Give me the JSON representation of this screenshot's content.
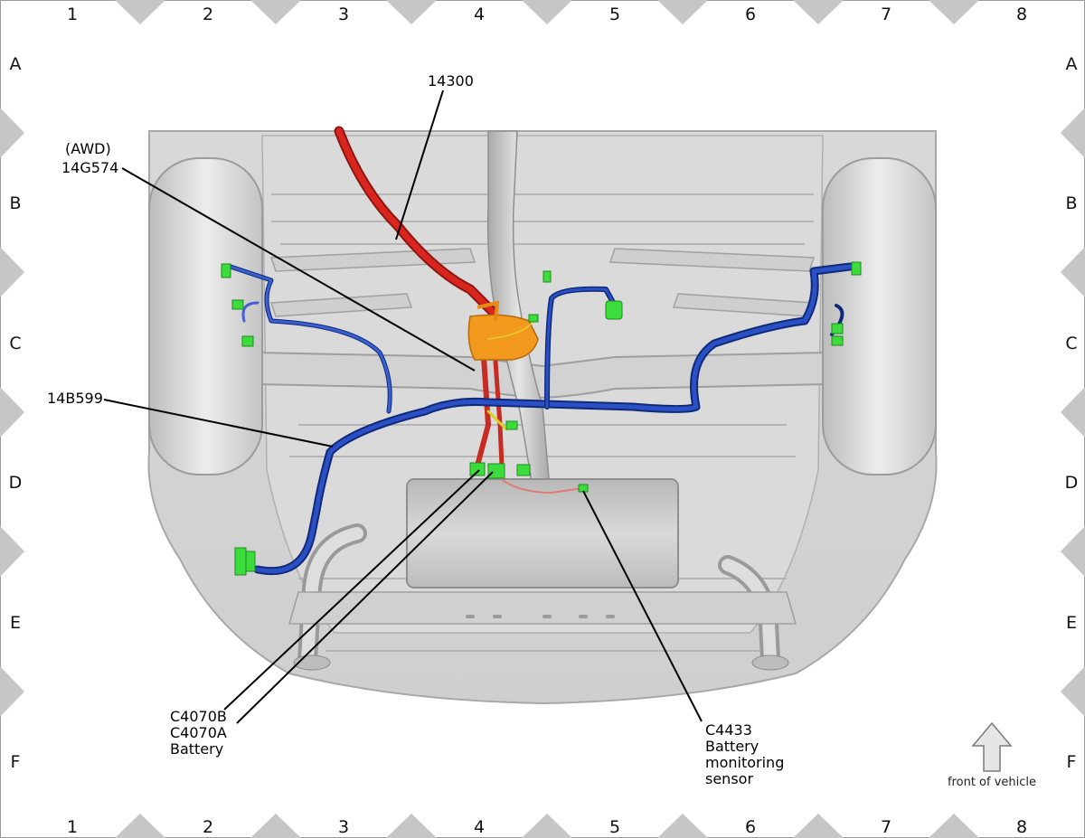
{
  "grid": {
    "columns": [
      "1",
      "2",
      "3",
      "4",
      "5",
      "6",
      "7",
      "8"
    ],
    "rows": [
      "A",
      "B",
      "C",
      "D",
      "E",
      "F"
    ]
  },
  "callouts": {
    "c14300": "14300",
    "awd_line1": "(AWD)",
    "awd_line2": "14G574",
    "c14b599": "14B599",
    "c4070b": "C4070B",
    "c4070a": "C4070A",
    "battery": "Battery",
    "c4433": "C4433",
    "c4433_l2": "Battery",
    "c4433_l3": "monitoring",
    "c4433_l4": "sensor"
  },
  "front_indicator": {
    "label": "front of vehicle",
    "icon": "up-arrow-icon"
  },
  "colors": {
    "harness_blue": "#1f3d9e",
    "harness_red": "#d8261f",
    "connector_green": "#3ddc3d",
    "junction_orange": "#f39a1e",
    "chassis_gray": "#c9c9c9",
    "border_marker": "#c6c6c6"
  }
}
